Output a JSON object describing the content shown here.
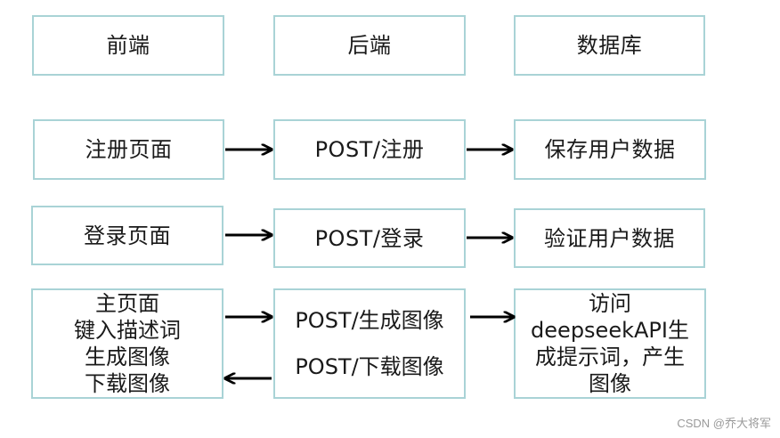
{
  "headers": {
    "frontend": "前端",
    "backend": "后端",
    "database": "数据库"
  },
  "rows": {
    "register": {
      "frontend": "注册页面",
      "backend": "POST/注册",
      "database": "保存用户数据"
    },
    "login": {
      "frontend": "登录页面",
      "backend": "POST/登录",
      "database": "验证用户数据"
    },
    "main": {
      "frontend_lines": [
        "主页面",
        "键入描述词",
        "生成图像",
        "下载图像"
      ],
      "backend_generate": "POST/生成图像",
      "backend_download": "POST/下载图像",
      "database_lines": [
        "访问",
        "deepseekAPI生",
        "成提示词，产生",
        "图像"
      ]
    }
  },
  "watermark": "CSDN @乔大将军",
  "colors": {
    "border": "#a9d3d6",
    "arrow": "#000000",
    "text": "#1a1a1a"
  }
}
